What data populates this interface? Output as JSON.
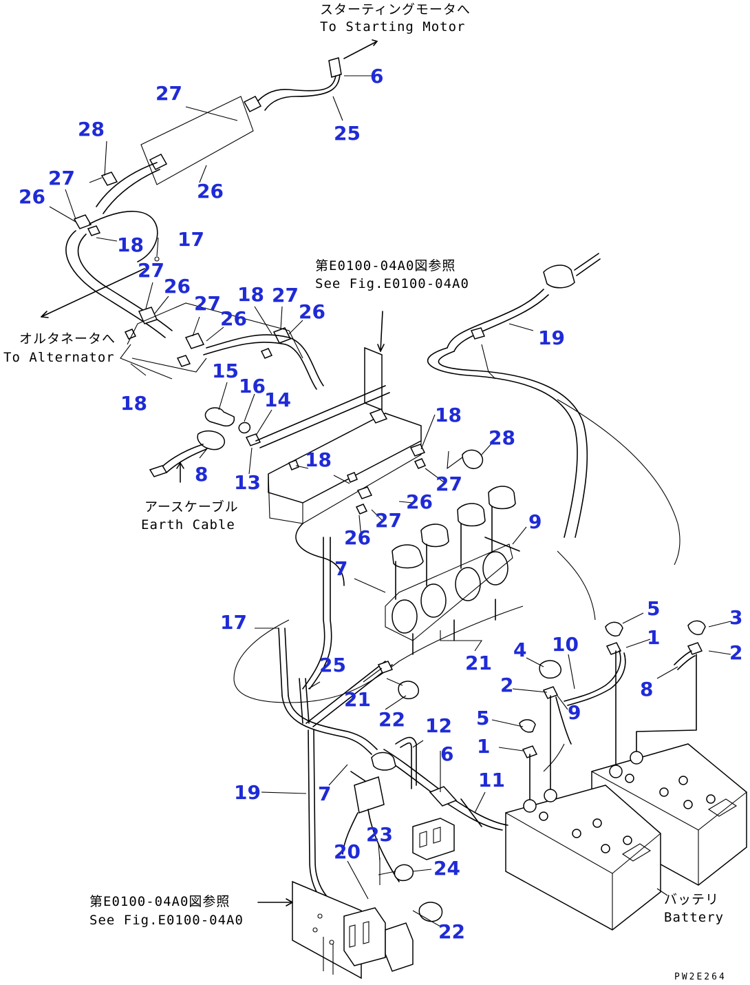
{
  "annotations": {
    "starting_motor_jp": "スターティングモータへ",
    "starting_motor_en": "To Starting Motor",
    "alternator_jp": "オルタネータへ",
    "alternator_en": "To Alternator",
    "earth_cable_jp": "アースケーブル",
    "earth_cable_en": "Earth Cable",
    "see_fig_top_jp": "第E0100-04A0図参照",
    "see_fig_top_en": "See Fig.E0100-04A0",
    "see_fig_bottom_jp": "第E0100-04A0図参照",
    "see_fig_bottom_en": "See Fig.E0100-04A0",
    "battery_jp": "バッテリ",
    "battery_en": "Battery"
  },
  "drawing_code": "PW2E264",
  "part_numbers": [
    "6",
    "25",
    "27",
    "26",
    "28",
    "27",
    "26",
    "18",
    "17",
    "27",
    "26",
    "27",
    "26",
    "18",
    "27",
    "26",
    "19",
    "18",
    "15",
    "16",
    "14",
    "8",
    "13",
    "18",
    "18",
    "28",
    "27",
    "26",
    "27",
    "26",
    "9",
    "7",
    "17",
    "25",
    "21",
    "21",
    "22",
    "5",
    "3",
    "1",
    "2",
    "4",
    "10",
    "2",
    "8",
    "9",
    "5",
    "12",
    "1",
    "6",
    "11",
    "19",
    "7",
    "23",
    "20",
    "24",
    "22"
  ],
  "colors": {
    "callout": "#1f2bd6",
    "line": "#000000"
  }
}
